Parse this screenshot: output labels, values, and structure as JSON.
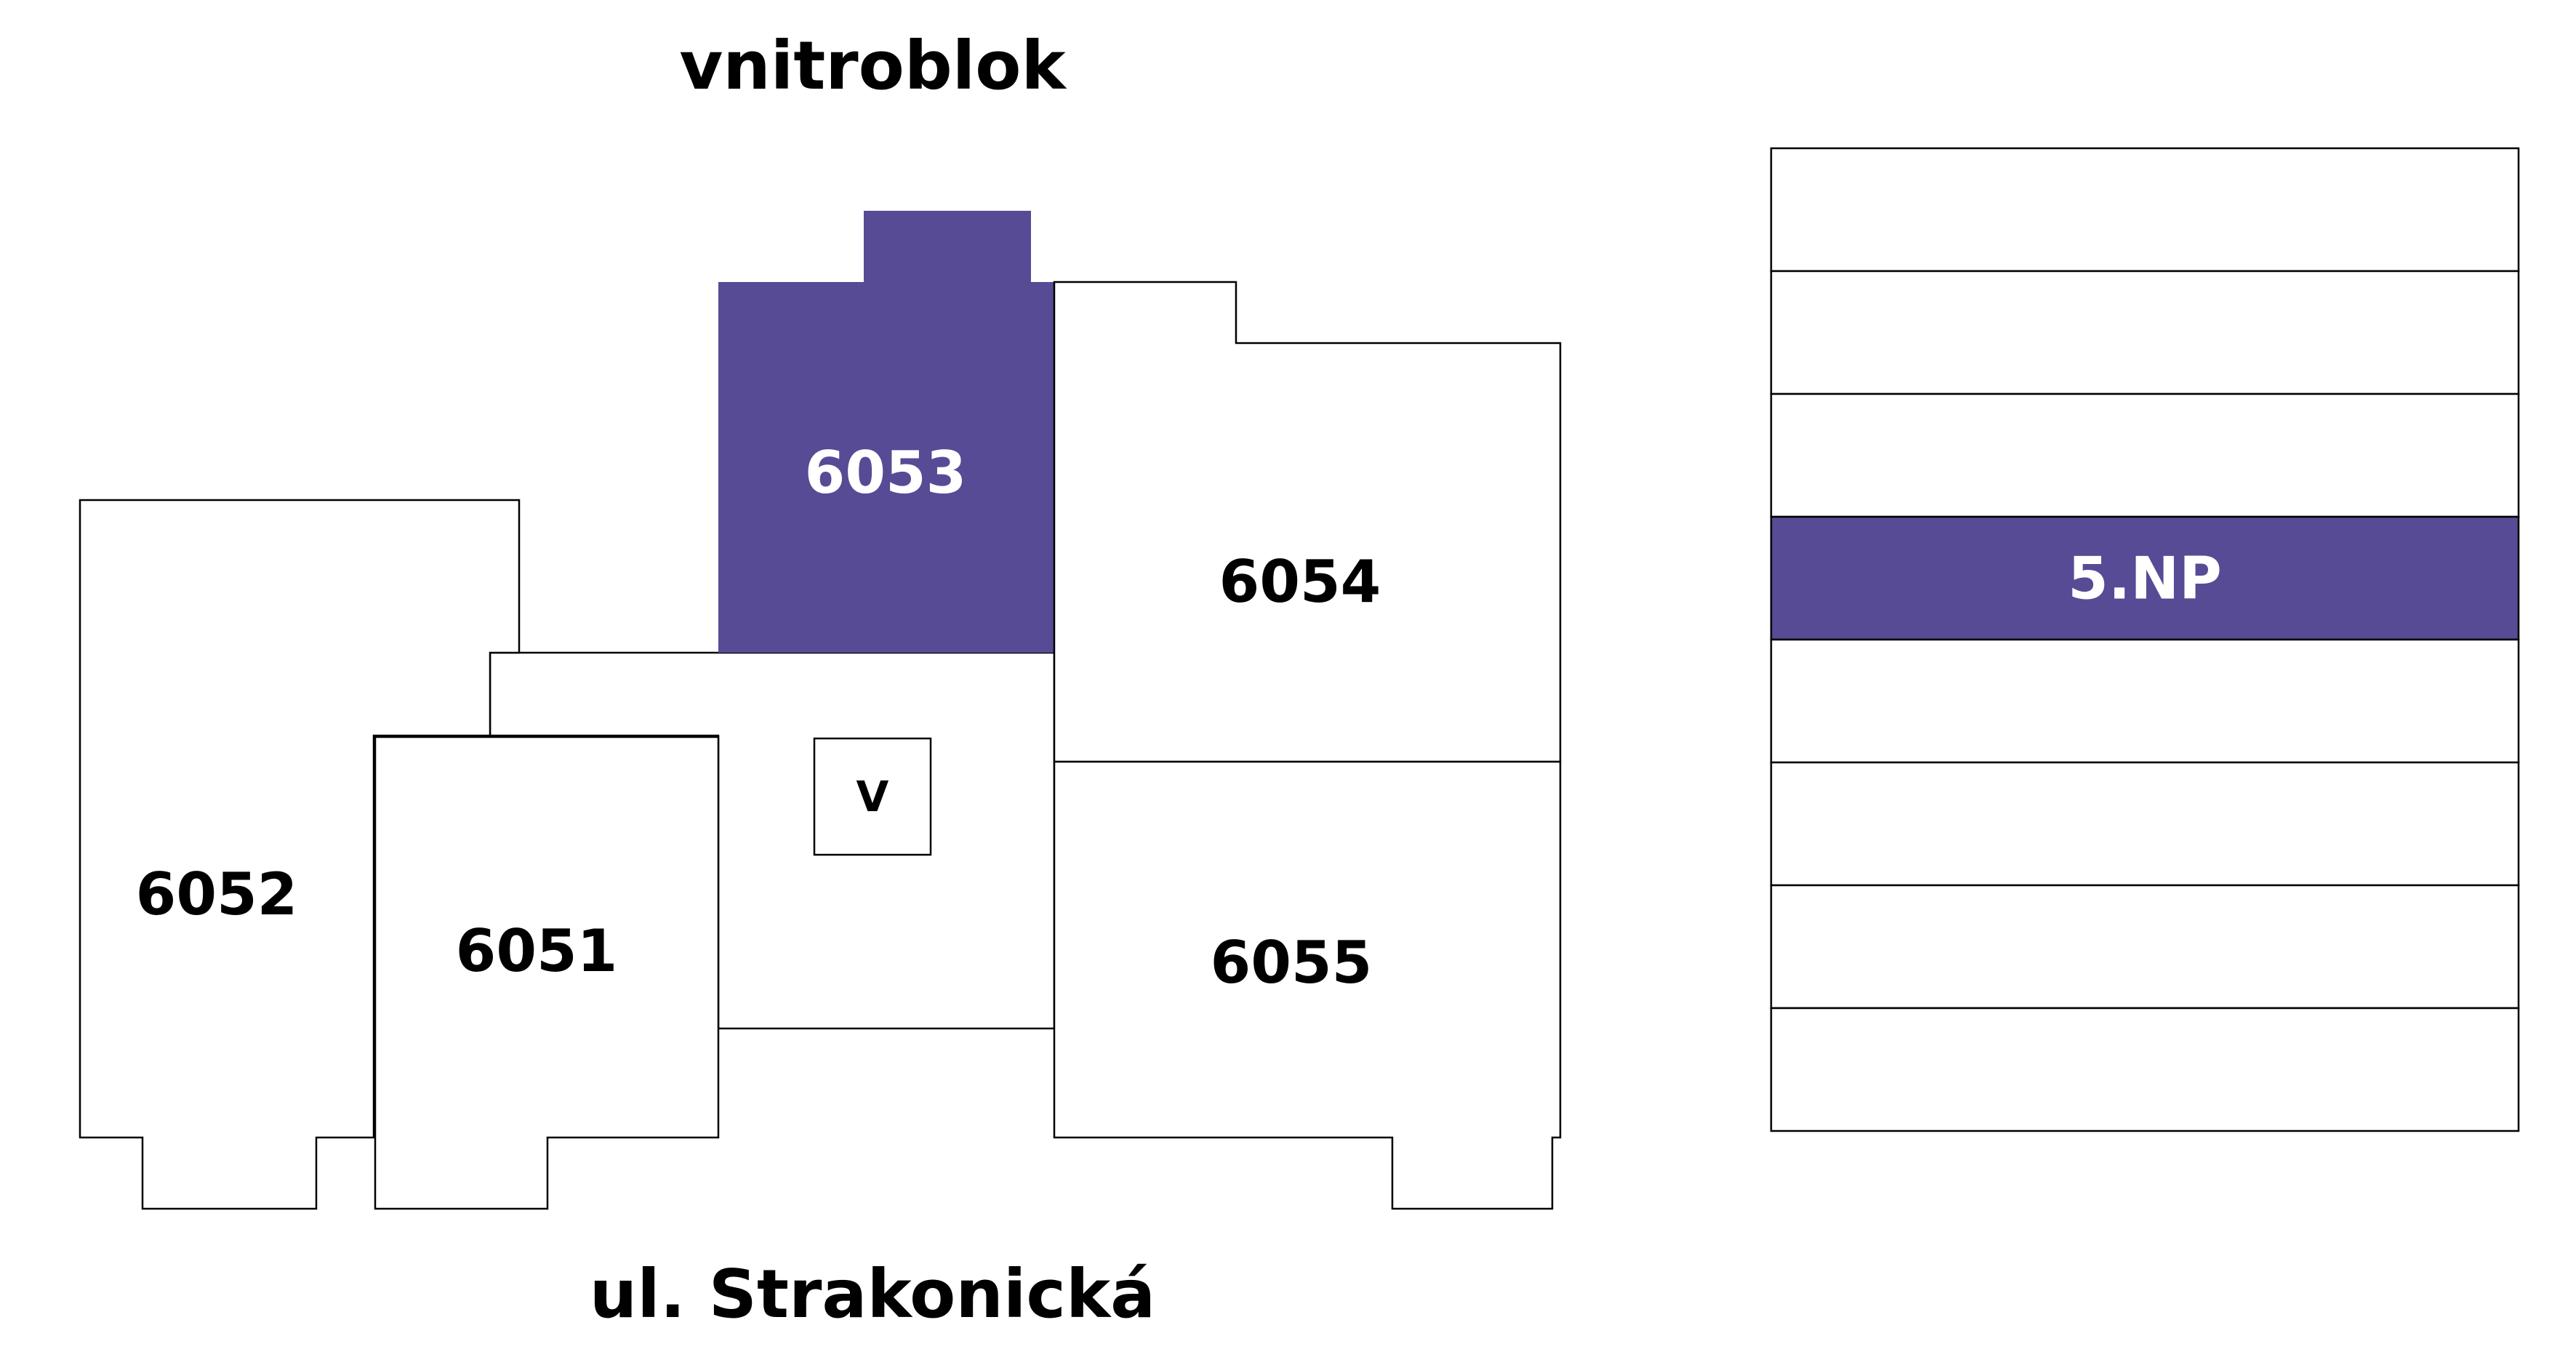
{
  "top_label": "vnitroblok",
  "bottom_label": "ul. Strakonická",
  "elevator_label": "V",
  "units": [
    {
      "id": "6052",
      "label": "6052",
      "active": false
    },
    {
      "id": "6051",
      "label": "6051",
      "active": false
    },
    {
      "id": "6053",
      "label": "6053",
      "active": true
    },
    {
      "id": "6054",
      "label": "6054",
      "active": false
    },
    {
      "id": "6055",
      "label": "6055",
      "active": false
    }
  ],
  "floors": {
    "count": 8,
    "selected_index": 3,
    "selected_label": "5.NP"
  },
  "colors": {
    "accent": "#574b95",
    "outline": "#000000",
    "background": "#ffffff",
    "active_text": "#ffffff"
  }
}
